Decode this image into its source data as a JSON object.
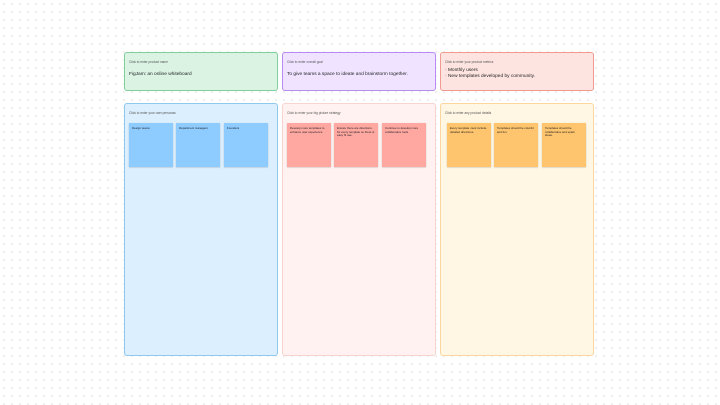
{
  "colors": {
    "green_fill": "#daf3e3",
    "green_border": "#7fd19b",
    "purple_fill": "#efe3ff",
    "purple_border": "#b88bf0",
    "red_fill": "#fde4e0",
    "red_border": "#f09a90",
    "blue_fill": "#dcefff",
    "blue_border": "#8fc8ef",
    "pink_fill": "#fff2f0",
    "pink_border": "#f7d4cf",
    "yellow_fill": "#fff6e3",
    "yellow_border": "#fcd79d",
    "blue_sticky": "#8ecbff",
    "red_sticky": "#ffa8a2",
    "orange_sticky": "#ffc56e"
  },
  "product_name": {
    "hint": "Click to enter product name",
    "value": "FigJam: an online whiteboard"
  },
  "overall_goal": {
    "hint": "Click to enter overall goal",
    "value": "To give teams a space to ideate and brainstorm together."
  },
  "product_metrics": {
    "hint": "Click to enter your product metrics",
    "items": [
      "Monthly users",
      "New templates developed by community."
    ]
  },
  "user_personas": {
    "hint": "Click to enter your user personas",
    "stickies": [
      "Design teams",
      "Department managers",
      "Founders"
    ]
  },
  "big_picture_strategy": {
    "hint": "Click to enter your big picture strategy",
    "stickies": [
      "Develop more templates to enhance user experience",
      "Ensure there are directions for every template so there is easy fit use.",
      "Continue to develop more collaborative tools"
    ]
  },
  "product_details": {
    "hint": "Click to enter any product details",
    "stickies": [
      "Every template must include detailed directions.",
      "Templates should be colorful and fun.",
      "Templates should be collaborative and spark ideas."
    ]
  }
}
